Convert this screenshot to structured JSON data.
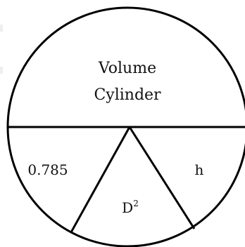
{
  "formula": {
    "top_line1": "Volume",
    "top_line2": "Cylinder",
    "left": "0.785",
    "right": "h",
    "bottom_base": "D",
    "bottom_exponent": "2"
  },
  "colors": {
    "stroke": "#000000",
    "text": "#111111",
    "faint_shadow": "#eeeeee",
    "background": "#ffffff"
  }
}
